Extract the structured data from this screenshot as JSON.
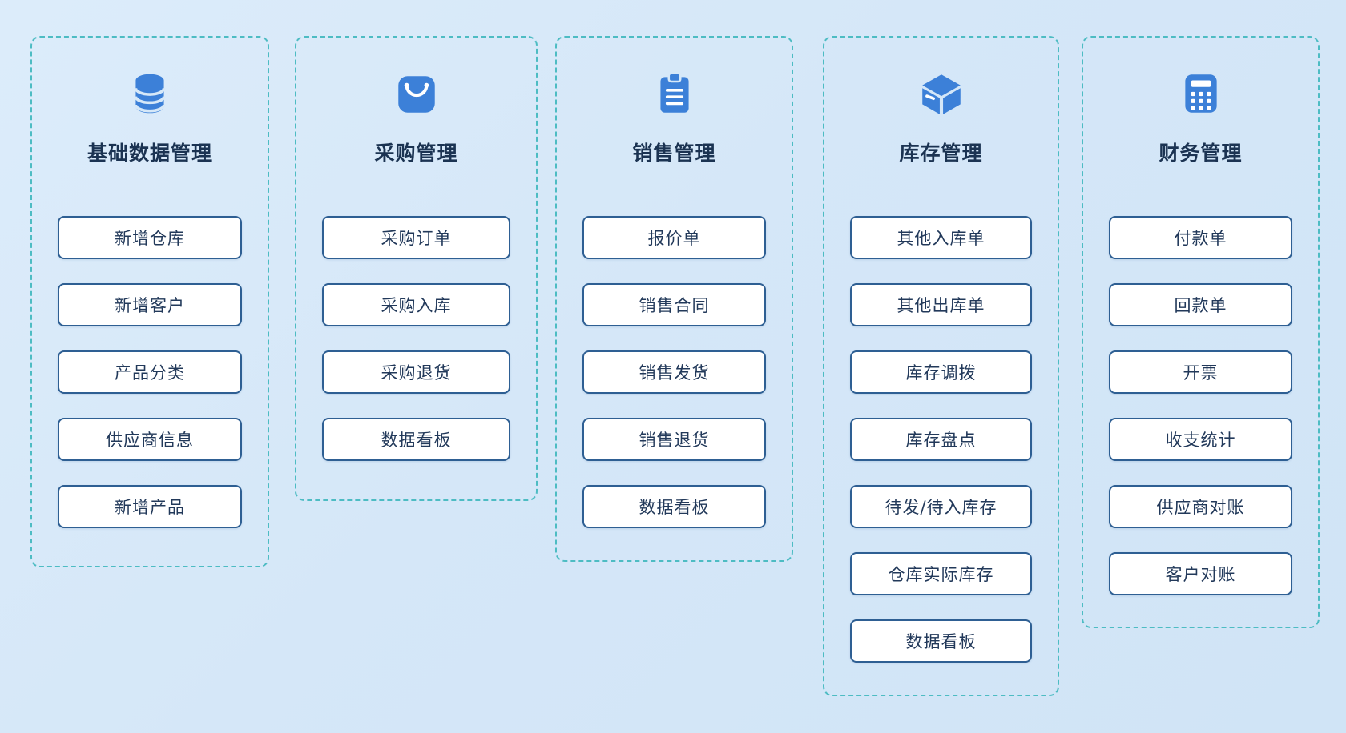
{
  "theme": {
    "background_blue": "#d6e8f8",
    "dashed_border_teal": "#4dbcc3",
    "icon_blue": "#3c80d8",
    "button_border_blue": "#2e5f93",
    "button_background": "#ffffff",
    "title_text": "#1b3352",
    "button_text": "#22395a"
  },
  "modules": [
    {
      "title": "基础数据管理",
      "icon": "database-icon",
      "items": [
        "新增仓库",
        "新增客户",
        "产品分类",
        "供应商信息",
        "新增产品"
      ]
    },
    {
      "title": "采购管理",
      "icon": "shopping-bag-icon",
      "items": [
        "采购订单",
        "采购入库",
        "采购退货",
        "数据看板"
      ]
    },
    {
      "title": "销售管理",
      "icon": "clipboard-icon",
      "items": [
        "报价单",
        "销售合同",
        "销售发货",
        "销售退货",
        "数据看板"
      ]
    },
    {
      "title": "库存管理",
      "icon": "box-icon",
      "items": [
        "其他入库单",
        "其他出库单",
        "库存调拨",
        "库存盘点",
        "待发/待入库存",
        "仓库实际库存",
        "数据看板"
      ]
    },
    {
      "title": "财务管理",
      "icon": "calculator-icon",
      "items": [
        "付款单",
        "回款单",
        "开票",
        "收支统计",
        "供应商对账",
        "客户对账"
      ]
    }
  ]
}
